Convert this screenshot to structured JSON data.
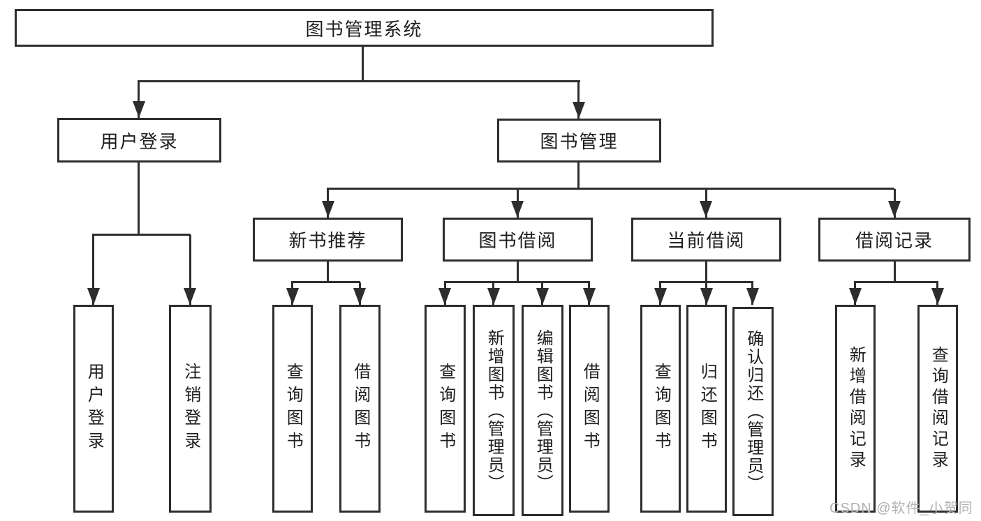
{
  "root": {
    "label": "图书管理系统"
  },
  "branches": {
    "user": {
      "label": "用户登录",
      "children": [
        "用户登录",
        "注销登录"
      ]
    },
    "book": {
      "label": "图书管理"
    }
  },
  "sections": [
    {
      "label": "新书推荐",
      "children": [
        "查询图书",
        "借阅图书"
      ]
    },
    {
      "label": "图书借阅",
      "children": [
        "查询图书",
        "新增图书（管理员）",
        "编辑图书（管理员）",
        "借阅图书"
      ]
    },
    {
      "label": "当前借阅",
      "children": [
        "查询图书",
        "归还图书",
        "确认归还（管理员）"
      ]
    },
    {
      "label": "借阅记录",
      "children": [
        "新增借阅记录",
        "查询借阅记录"
      ]
    }
  ],
  "watermark": "CSDN @软件_小贺同学",
  "colors": {
    "line": "#2d2d2d",
    "text": "#1e1e1e",
    "watermark": "#b2b2b2",
    "background": "#ffffff"
  }
}
